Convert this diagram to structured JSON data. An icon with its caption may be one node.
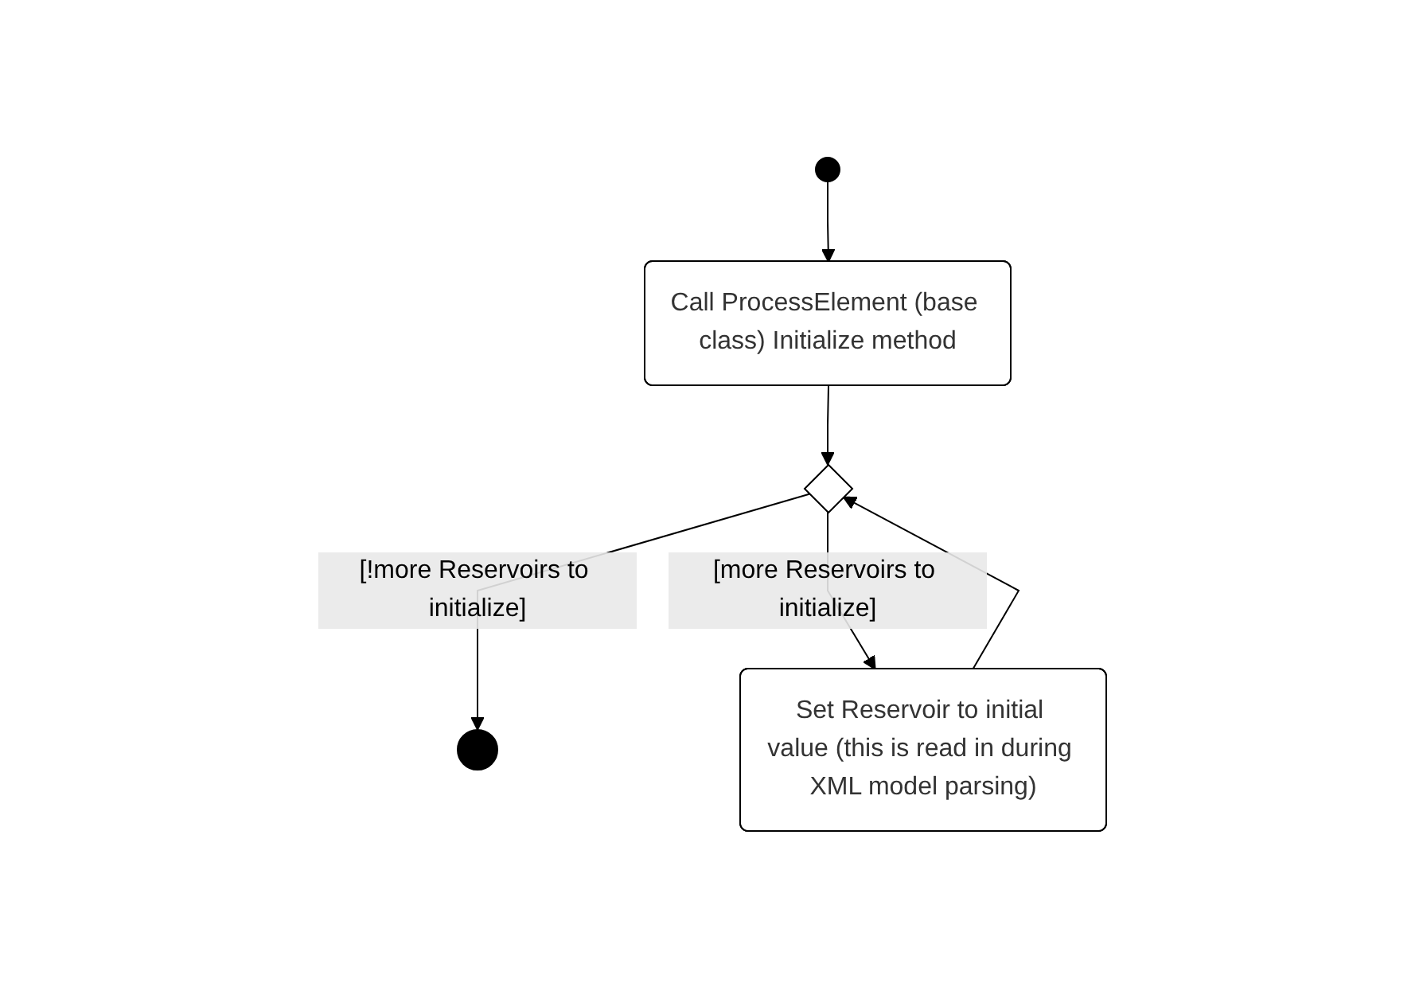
{
  "diagram": {
    "nodes": [
      {
        "text": [],
        "shape": "circle"
      },
      {
        "text": [
          "Call ProcessElement (base class) Initialize method"
        ]
      },
      {
        "text": [],
        "shape": "diamond"
      },
      {
        "text": [],
        "shape": "circle"
      },
      {
        "text": [
          "Set Reservoir to initial value (this is read in during XML model parsing)"
        ]
      }
    ],
    "edges": [
      {
        "from": 0,
        "to": 1,
        "arrow": "to"
      },
      {
        "from": 1,
        "to": 2,
        "arrow": "to"
      },
      {
        "from": 2,
        "to": 3,
        "arrow": "to",
        "label": "[!more Reservoirs to initialize]"
      },
      {
        "from": 2,
        "to": 4,
        "arrow": "to",
        "label": "[more Reservoirs to initialize]"
      },
      {
        "from": 4,
        "to": 2,
        "arrow": "to"
      }
    ]
  }
}
